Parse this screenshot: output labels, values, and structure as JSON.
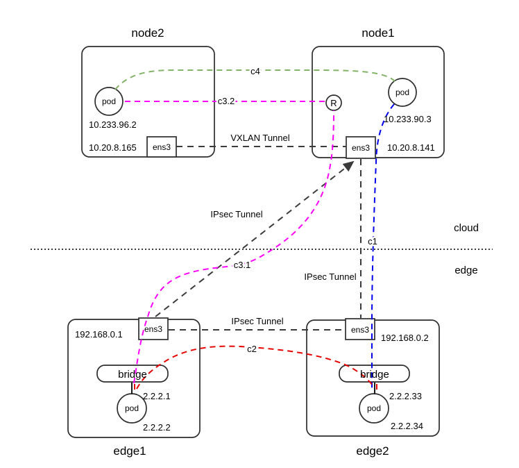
{
  "zones": {
    "top_label": "cloud",
    "bottom_label": "edge"
  },
  "nodes": [
    {
      "title": "node2",
      "pod": "pod",
      "pod_ip": "10.233.96.2",
      "host_ip": "10.20.8.165",
      "iface": "ens3"
    },
    {
      "title": "node1",
      "pod": "pod",
      "pod_ip": "10.233.90.3",
      "host_ip": "10.20.8.141",
      "iface": "ens3",
      "router": "R"
    },
    {
      "title": "edge1",
      "iface": "ens3",
      "host_ip": "192.168.0.1",
      "bridge": "bridge",
      "bridge_ip": "2.2.2.1",
      "pod": "pod",
      "pod_ip": "2.2.2.2"
    },
    {
      "title": "edge2",
      "iface": "ens3",
      "host_ip": "192.168.0.2",
      "bridge": "bridge",
      "bridge_ip": "2.2.2.33",
      "pod": "pod",
      "pod_ip": "2.2.2.34"
    }
  ],
  "tunnels": [
    {
      "label": "VXLAN Tunnel",
      "color": "#3b3b3b"
    },
    {
      "label": "IPsec Tunnel",
      "color": "#3b3b3b"
    },
    {
      "label": "IPsec Tunnel",
      "color": "#3b3b3b"
    },
    {
      "label": "IPsec Tunnel",
      "color": "#3b3b3b"
    }
  ],
  "connections": [
    {
      "label": "c4",
      "color": "#82b366"
    },
    {
      "label": "c3.2",
      "color": "#ff00ff"
    },
    {
      "label": "c3.1",
      "color": "#ff00ff"
    },
    {
      "label": "c1",
      "color": "#0000ee"
    },
    {
      "label": "c2",
      "color": "#e60000"
    }
  ]
}
